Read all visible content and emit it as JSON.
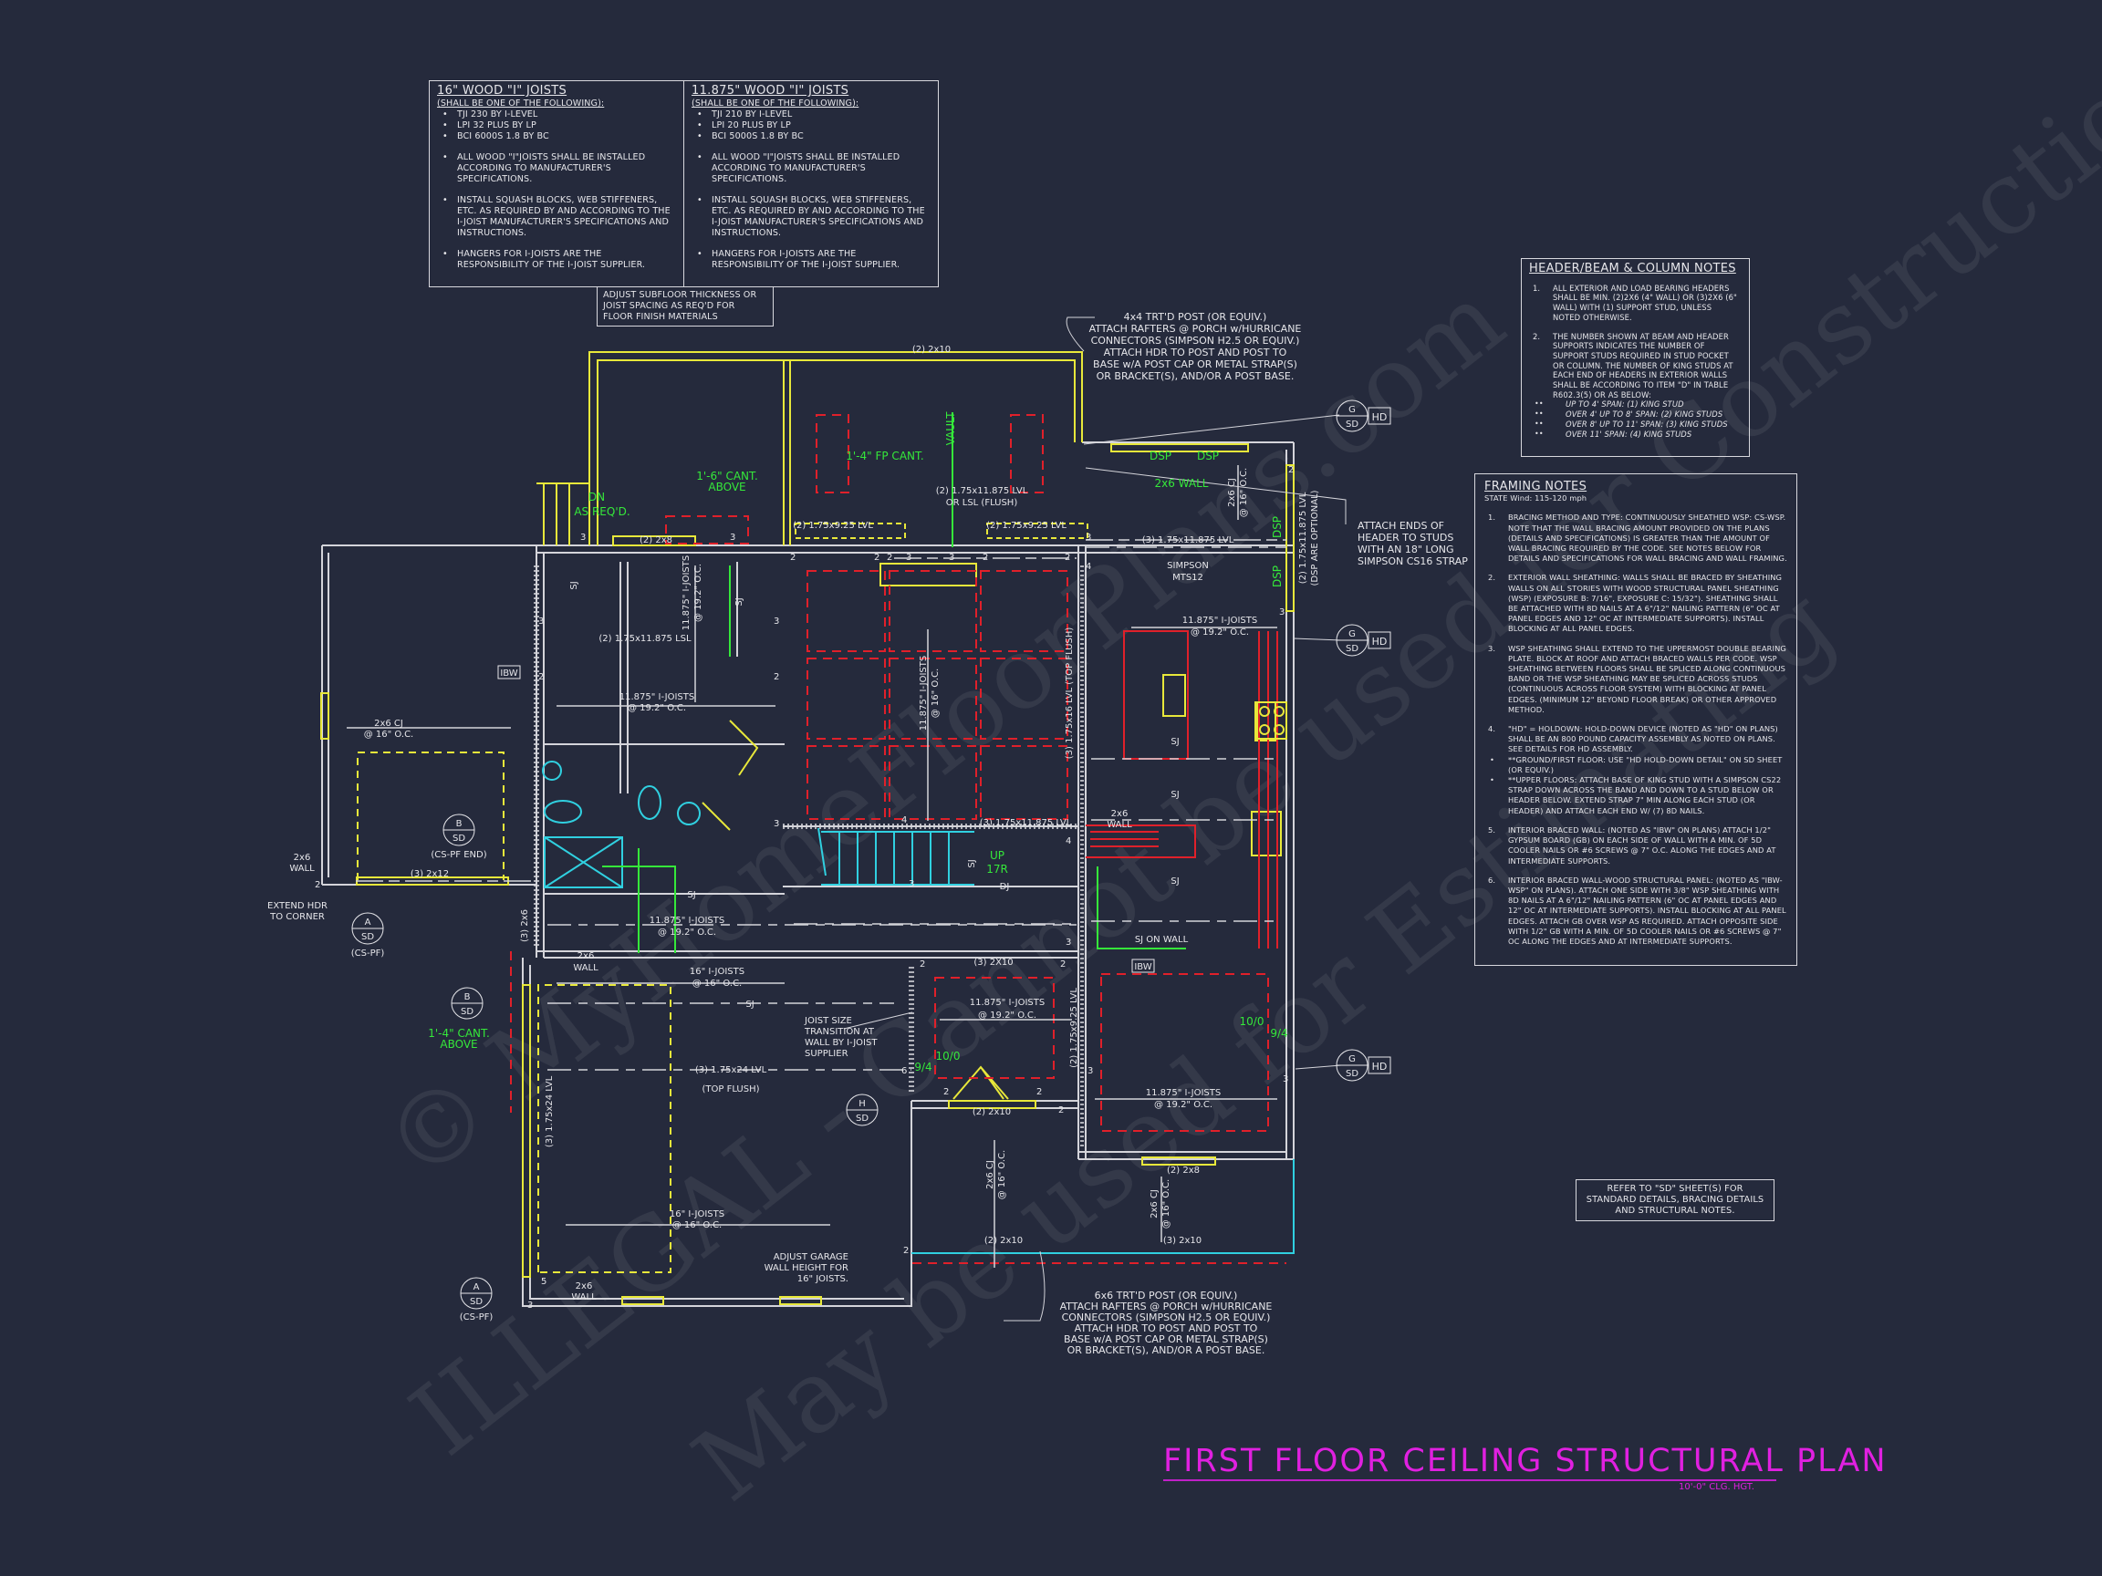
{
  "sheet": {
    "title": "FIRST FLOOR CEILING STRUCTURAL PLAN",
    "subtitle": "10'-0\" CLG. HGT.",
    "title_color": "#e020e0",
    "background_color": "#252a3c",
    "watermark": [
      "© MyHomeFloorPlans.com",
      "ILLEGAL - Cannot be used for Construction",
      "May be used for Estimating"
    ]
  },
  "joist_notes_16": {
    "title": "16\" WOOD \"I\" JOISTS",
    "subtitle": "(SHALL BE ONE OF THE FOLLOWING):",
    "products": [
      "TJI 230 BY I-LEVEL",
      "LPI 32 PLUS BY LP",
      "BCI 6000s 1.8 BY BC"
    ],
    "notes": [
      "ALL WOOD \"I\"JOISTS SHALL BE INSTALLED ACCORDING TO MANUFACTURER'S SPECIFICATIONS.",
      "INSTALL SQUASH BLOCKS, WEB STIFFENERS, ETC. AS REQUIRED BY AND ACCORDING TO THE I-JOIST MANUFACTURER'S SPECIFICATIONS AND INSTRUCTIONS.",
      "HANGERS FOR I-JOISTS ARE THE RESPONSIBILITY OF THE I-JOIST SUPPLIER."
    ]
  },
  "joist_notes_11875": {
    "title": "11.875\" WOOD \"I\" JOISTS",
    "subtitle": "(SHALL BE ONE OF THE FOLLOWING):",
    "products": [
      "TJI 210 BY I-LEVEL",
      "LPI 20 PLUS BY LP",
      "BCI 5000s 1.8 BY BC"
    ],
    "notes": [
      "ALL WOOD \"I\"JOISTS SHALL BE INSTALLED ACCORDING TO MANUFACTURER'S SPECIFICATIONS.",
      "INSTALL SQUASH BLOCKS, WEB STIFFENERS, ETC. AS REQUIRED BY AND ACCORDING TO THE I-JOIST MANUFACTURER'S SPECIFICATIONS AND INSTRUCTIONS.",
      "HANGERS FOR I-JOISTS ARE THE RESPONSIBILITY OF THE I-JOIST SUPPLIER."
    ]
  },
  "subfloor_note": "ADJUST SUBFLOOR THICKNESS OR JOIST SPACING AS REQ'D FOR FLOOR FINISH MATERIALS",
  "header_notes": {
    "title": "HEADER/BEAM & COLUMN NOTES",
    "items": [
      {
        "num": "1.",
        "text": "ALL EXTERIOR AND LOAD BEARING HEADERS SHALL BE MIN. (2)2x6 (4\" WALL) OR (3)2x6 (6\" WALL) WITH (1) SUPPORT STUD, UNLESS NOTED OTHERWISE."
      },
      {
        "num": "2.",
        "text": "THE NUMBER SHOWN AT BEAM AND HEADER SUPPORTS INDICATES THE NUMBER OF SUPPORT STUDS REQUIRED IN STUD POCKET OR COLUMN. THE NUMBER OF KING STUDS AT EACH END OF HEADERS IN EXTERIOR WALLS SHALL BE ACCORDING TO ITEM \"d\" IN TABLE R602.3(5) OR AS BELOW:"
      }
    ],
    "spans": [
      "UP TO 4' SPAN: (1) KING STUD",
      "OVER 4' UP TO 8' SPAN: (2) KING STUDS",
      "OVER 8' UP TO 11' SPAN: (3) KING STUDS",
      "OVER 11' SPAN: (4) KING STUDS"
    ]
  },
  "framing_notes": {
    "title": "FRAMING NOTES",
    "wind": "STATE Wind: 115-120 mph",
    "items": [
      {
        "num": "1.",
        "text": "BRACING METHOD AND TYPE: CONTINUOUSLY SHEATHED WSP: CS-WSP. NOTE THAT THE WALL BRACING AMOUNT PROVIDED ON THE PLANS (DETAILS AND SPECIFICATIONS) IS GREATER THAN THE AMOUNT OF WALL BRACING REQUIRED BY THE CODE. SEE NOTES BELOW FOR DETAILS AND SPECIFICATIONS FOR WALL BRACING AND WALL FRAMING."
      },
      {
        "num": "2.",
        "text": "EXTERIOR WALL SHEATHING: WALLS SHALL BE BRACED BY SHEATHING WALLS ON ALL STORIES WITH WOOD STRUCTURAL PANEL SHEATHING (WSP) (EXPOSURE B: 7/16\", EXPOSURE C: 15/32\"). SHEATHING SHALL BE ATTACHED WITH 8d NAILS AT A 6\"/12\" NAILING PATTERN (6\" OC AT PANEL EDGES AND 12\" OC AT INTERMEDIATE SUPPORTS). INSTALL BLOCKING AT ALL PANEL EDGES."
      },
      {
        "num": "3.",
        "text": "WSP SHEATHING SHALL EXTEND TO THE UPPERMOST DOUBLE BEARING PLATE. BLOCK AT ROOF AND ATTACH BRACED WALLS PER CODE. WSP SHEATHING BETWEEN FLOORS SHALL BE SPLICED ALONG CONTINUOUS BAND OR THE WSP SHEATHING MAY BE SPLICED ACROSS STUDS (CONTINUOUS ACROSS FLOOR SYSTEM) WITH BLOCKING AT PANEL EDGES. (MINIMUM 12\" BEYOND FLOOR BREAK) OR OTHER APPROVED METHOD."
      },
      {
        "num": "4.",
        "text": "\"HD\" = HOLDOWN: HOLD-DOWN DEVICE (NOTED AS \"HD\" ON PLANS) SHALL BE AN 800 POUND CAPACITY ASSEMBLY AS NOTED ON PLANS. SEE DETAILS FOR HD ASSEMBLY."
      }
    ],
    "bullets": [
      "**GROUND/FIRST FLOOR: USE \"HD HOLD-DOWN DETAIL\" ON SD SHEET (OR EQUIV.)",
      "**UPPER FLOORS: ATTACH BASE OF KING STUD WITH A SIMPSON CS22 STRAP DOWN ACROSS THE BAND AND DOWN TO A STUD BELOW OR HEADER BELOW. EXTEND STRAP 7\" MIN ALONG EACH STUD (OR HEADER) AND ATTACH EACH END W/ (7) 8d NAILS."
    ],
    "items2": [
      {
        "num": "5.",
        "text": "INTERIOR BRACED WALL: (NOTED AS \"IBW\" ON PLANS) ATTACH 1/2\" GYPSUM BOARD (GB) ON EACH SIDE OF WALL WITH A MIN. OF 5d COOLER NAILS OR #6 SCREWS @ 7\" O.C. ALONG THE EDGES AND AT INTERMEDIATE SUPPORTS."
      },
      {
        "num": "6.",
        "text": "INTERIOR BRACED WALL-WOOD STRUCTURAL PANEL: (NOTED AS \"IBW-WSP\" ON PLANS). ATTACH ONE SIDE WITH 3/8\" WSP SHEATHING WITH 8d NAILS AT A 6\"/12\" NAILING PATTERN (6\" OC AT PANEL EDGES AND 12\" OC AT INTERMEDIATE SUPPORTS). INSTALL BLOCKING AT ALL PANEL EDGES. ATTACH GB OVER WSP AS REQUIRED. ATTACH OPPOSITE SIDE WITH 1/2\" GB WITH A MIN. OF 5d COOLER NAILS OR #6 SCREWS @ 7\" OC ALONG THE EDGES AND AT INTERMEDIATE SUPPORTS."
      }
    ]
  },
  "refer_note": "REFER TO \"SD\" SHEET(S) FOR STANDARD DETAILS, BRACING DETAILS AND STRUCTURAL NOTES.",
  "callouts": {
    "post4x4": [
      "4x4 TRT'D POST (OR EQUIV.)",
      "ATTACH RAFTERS @ PORCH w/HURRICANE",
      "CONNECTORS (SIMPSON H2.5 OR EQUIV.)",
      "ATTACH HDR TO POST AND POST TO",
      "BASE w/A POST CAP OR METAL STRAP(S)",
      "OR BRACKET(S), AND/OR A POST BASE."
    ],
    "post6x6": [
      "6x6 TRT'D POST (OR EQUIV.)",
      "ATTACH RAFTERS @ PORCH w/HURRICANE",
      "CONNECTORS (SIMPSON H2.5 OR EQUIV.)",
      "ATTACH HDR TO POST AND POST TO",
      "BASE w/A POST CAP OR METAL STRAP(S)",
      "OR BRACKET(S), AND/OR A POST BASE."
    ],
    "strap": [
      "ATTACH ENDS OF",
      "HEADER TO STUDS",
      "WITH AN 18\" LONG",
      "SIMPSON CS16 STRAP"
    ],
    "joist_transition": [
      "JOIST SIZE",
      "TRANSITION AT",
      "WALL BY I-JOIST",
      "SUPPLIER"
    ],
    "garage_wall": [
      "ADJUST GARAGE",
      "WALL HEIGHT FOR",
      "16\" JOISTS."
    ],
    "extend_hdr": [
      "EXTEND HDR",
      "TO CORNER"
    ]
  },
  "detail_tags": [
    {
      "letter": "G",
      "sheet": "SD",
      "tag": "HD"
    },
    {
      "letter": "G",
      "sheet": "SD",
      "tag": "HD"
    },
    {
      "letter": "G",
      "sheet": "SD",
      "tag": "HD"
    },
    {
      "letter": "B",
      "sheet": "SD",
      "note": "(CS-PF END)"
    },
    {
      "letter": "A",
      "sheet": "SD",
      "note": "(CS-PF)"
    },
    {
      "letter": "B",
      "sheet": "SD"
    },
    {
      "letter": "H",
      "sheet": "SD"
    },
    {
      "letter": "A",
      "sheet": "SD",
      "note": "(CS-PF)"
    }
  ],
  "labels": {
    "top_2x10": "(2) 2x10",
    "vault": "VAULT",
    "fp_cant": "1'-4\" FP CANT.",
    "cant_16_a": "1'-6\" CANT.",
    "cant_16_b": "ABOVE",
    "dn": "DN",
    "as_reqd": "AS REQ'D.",
    "lvl_flush_a": "(2) 1.75x11.875 LVL",
    "lvl_flush_b": "OR LSL (FLUSH)",
    "lvl925_left": "(2) 1.75x9.25 LVL",
    "lvl925_right": "(2) 1.75x9.25 LVL",
    "hdr_2x8_top": "(2) 2x8",
    "lsl": "(2) 1.75x11.875 LSL",
    "ij_vert_a": "11.875\" I-JOISTS",
    "ij_vert_b": "@ 19.2\" O.C.",
    "sj_v1": "SJ",
    "sj_v2": "SJ",
    "dsp1": "DSP",
    "dsp2": "DSP",
    "dsp3": "DSP",
    "dsp4": "DSP",
    "wall_2x6_green": "2x6 WALL",
    "cj_right_a": "2x6 CJ",
    "cj_right_b": "@ 16\" O.C.",
    "lvl_3_11875_top": "(3) 1.75x11.875 LVL",
    "simpson_a": "SIMPSON",
    "simpson_b": "MTS12",
    "lvl_dsp_opt_a": "(2) 1.75x11.875 LVL",
    "lvl_dsp_opt_b": "(DSP ARE OPTIONAL)",
    "kitchen_ij_a": "11.875\" I-JOISTS",
    "kitchen_ij_b": "@ 19.2\" O.C.",
    "main_ij_a": "11.875\" I-JOISTS",
    "main_ij_b": "@ 19.2\" O.C.",
    "porch_cj_a": "2x6 CJ",
    "porch_cj_b": "@ 16\" O.C.",
    "ibw1": "IBW",
    "ibw2": "IBW",
    "great_ij_a": "11.875\" I-JOISTS",
    "great_ij_b": "@ 16\" O.C.",
    "lvl16": "(3) 1.75x16 LVL (TOP FLUSH)",
    "lvl_3_11875_stair": "(3) 1.75x11.875 LVL",
    "up": "UP",
    "risers": "17R",
    "sj_stair": "SJ",
    "dj": "DJ",
    "wall_2x6_k": "2x6",
    "wall_2x6_k2": "WALL",
    "sj_k1": "SJ",
    "sj_k2": "SJ",
    "sj_k3": "SJ",
    "sj_on_wall": "SJ ON WALL",
    "wall_2x6_left_a": "2x6",
    "wall_2x6_left_b": "WALL",
    "hdr_2x12": "(3) 2x12",
    "hdr_3_2x6": "(3) 2x6",
    "wall_2x6_mid_a": "2x6",
    "wall_2x6_mid_b": "WALL",
    "sj_mid": "SJ",
    "mid_ij_a": "11.875\" I-JOISTS",
    "mid_ij_b": "@ 19.2\" O.C.",
    "ij16_a": "16\" I-JOISTS",
    "ij16_b": "@ 16\" O.C.",
    "sj_garage": "SJ",
    "cant14_a": "1'-4\" CANT.",
    "cant14_b": "ABOVE",
    "lvl24": "(3) 1.75x24 LVL",
    "top_flush": "(TOP FLUSH)",
    "lvl24_vert": "(3) 1.75x24 LVL",
    "garage_ij_a": "16\" I-JOISTS",
    "garage_ij_b": "@ 16\" O.C.",
    "wall_2x6_bot_a": "2x6",
    "wall_2x6_bot_b": "WALL",
    "hdr_3_2x10_mid": "(3) 2X10",
    "bed2_ij_a": "11.875\" I-JOISTS",
    "bed2_ij_b": "@ 19.2\" O.C.",
    "win_100_a": "10/0",
    "win_94_a": "9/4",
    "hdr_2_2x10_door": "(2) 2x10",
    "porch_cj2_a": "2x6 CJ",
    "porch_cj2_b": "@ 16\" O.C.",
    "hdr_2_2x10_bot": "(2) 2x10",
    "lvl925_vert": "(2) 1.75x9.25 LVL",
    "bed_ij_a": "11.875\" I-JOISTS",
    "bed_ij_b": "@ 19.2\" O.C.",
    "win_100_b": "10/0",
    "win_94_b": "9/4",
    "hdr_2x8_bot": "(2) 2x8",
    "porch_cj3_a": "2x6 CJ",
    "porch_cj3_b": "@ 16\" O.C.",
    "hdr_3_2x10_bot": "(3) 2x10"
  },
  "support_numbers": [
    "3",
    "3",
    "2",
    "2",
    "2",
    "3",
    "3",
    "2",
    "2",
    "3",
    "4",
    "2",
    "3",
    "3",
    "2",
    "2",
    "3",
    "3",
    "4",
    "4",
    "3",
    "3",
    "2",
    "2",
    "6",
    "2",
    "2",
    "2",
    "3",
    "3",
    "5",
    "3",
    "2",
    "2"
  ],
  "colors": {
    "walls": "#d4d4da",
    "beams": "#e8e83a",
    "dashed_layout": "#e0202a",
    "fixtures": "#30d0e0",
    "notes_green": "#35e83a"
  }
}
